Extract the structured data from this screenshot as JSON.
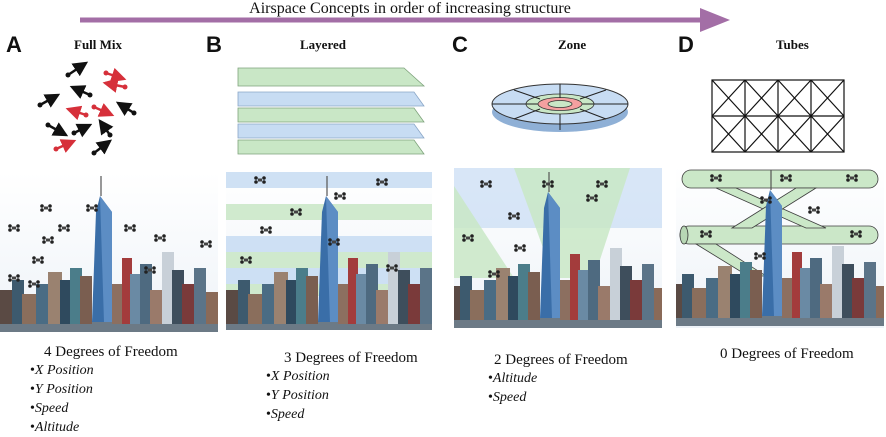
{
  "header": {
    "title": "Airspace Concepts in order of increasing structure",
    "arrow_color": "#a36ea6"
  },
  "panels": [
    {
      "letter": "A",
      "title": "Full Mix",
      "degrees": "4 Degrees of Freedom",
      "freedoms": [
        "X Position",
        "Y Position",
        "Speed",
        "Altitude"
      ]
    },
    {
      "letter": "B",
      "title": "Layered",
      "degrees": "3 Degrees of Freedom",
      "freedoms": [
        "X Position",
        "Y Position",
        "Speed"
      ]
    },
    {
      "letter": "C",
      "title": "Zone",
      "degrees": "2 Degrees of Freedom",
      "freedoms": [
        "Altitude",
        "Speed"
      ]
    },
    {
      "letter": "D",
      "title": "Tubes",
      "degrees": "0 Degrees of Freedom",
      "freedoms": []
    }
  ],
  "colors": {
    "layer_green": "#c9e7c6",
    "layer_blue": "#c7dcf3",
    "zone_red": "#f4a0a0",
    "arrow_red": "#d6303a"
  }
}
